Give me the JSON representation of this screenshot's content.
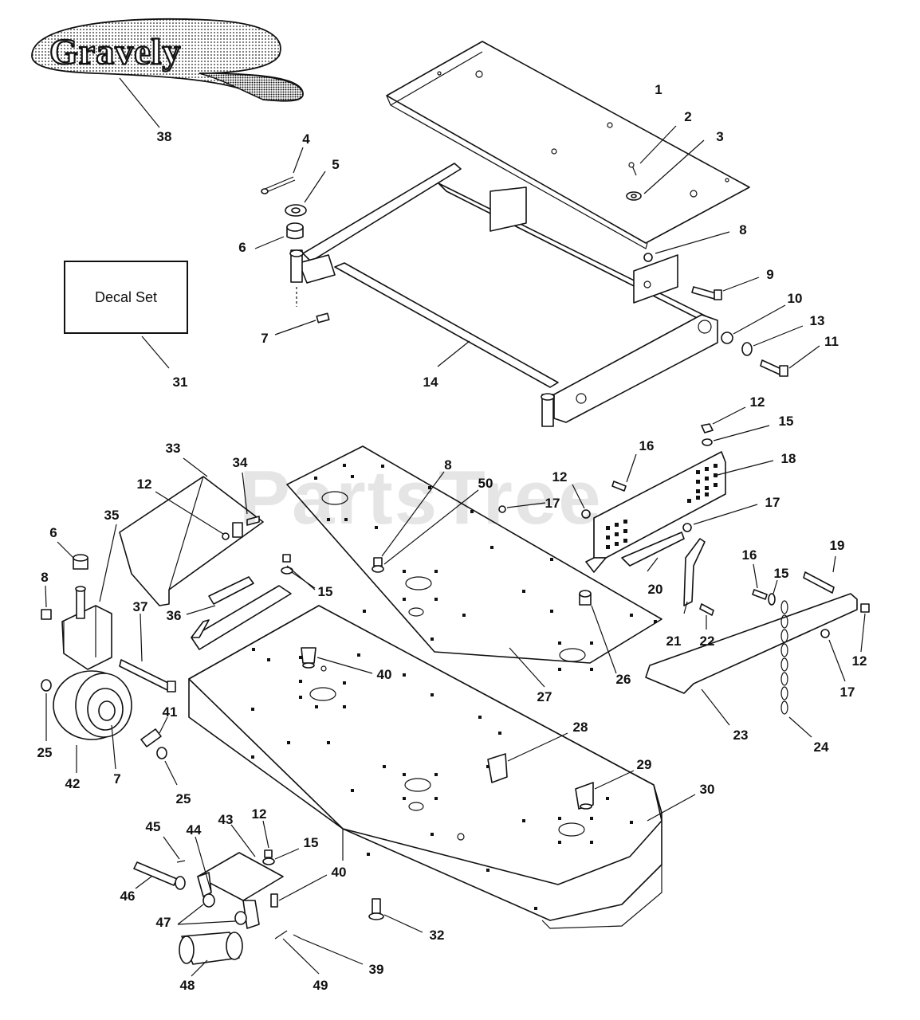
{
  "logo": {
    "text": "Gravely",
    "callout": "38"
  },
  "decal_box": {
    "label": "Decal Set",
    "callout": "31"
  },
  "watermark": "PartsTree",
  "callouts": [
    {
      "id": "1"
    },
    {
      "id": "2"
    },
    {
      "id": "3"
    },
    {
      "id": "4"
    },
    {
      "id": "5"
    },
    {
      "id": "6"
    },
    {
      "id": "7"
    },
    {
      "id": "8"
    },
    {
      "id": "9"
    },
    {
      "id": "10"
    },
    {
      "id": "11"
    },
    {
      "id": "13"
    },
    {
      "id": "14"
    },
    {
      "id": "12"
    },
    {
      "id": "15"
    },
    {
      "id": "16"
    },
    {
      "id": "18"
    },
    {
      "id": "17"
    },
    {
      "id": "33"
    },
    {
      "id": "34"
    },
    {
      "id": "35"
    },
    {
      "id": "36"
    },
    {
      "id": "37"
    },
    {
      "id": "50"
    },
    {
      "id": "20"
    },
    {
      "id": "21"
    },
    {
      "id": "22"
    },
    {
      "id": "19"
    },
    {
      "id": "23"
    },
    {
      "id": "24"
    },
    {
      "id": "26"
    },
    {
      "id": "27"
    },
    {
      "id": "40"
    },
    {
      "id": "41"
    },
    {
      "id": "42"
    },
    {
      "id": "25"
    },
    {
      "id": "28"
    },
    {
      "id": "29"
    },
    {
      "id": "30"
    },
    {
      "id": "43"
    },
    {
      "id": "44"
    },
    {
      "id": "45"
    },
    {
      "id": "46"
    },
    {
      "id": "47"
    },
    {
      "id": "48"
    },
    {
      "id": "49"
    },
    {
      "id": "39"
    },
    {
      "id": "32"
    }
  ]
}
